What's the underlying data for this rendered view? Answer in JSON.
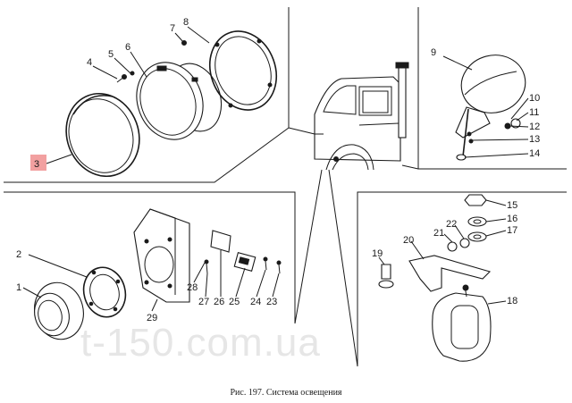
{
  "caption": "Рис. 197. Система освещения",
  "watermark": "t-150.com.ua",
  "highlight_color": "#f2a0a0",
  "callouts": {
    "c1": "1",
    "c2": "2",
    "c3": "3",
    "c4": "4",
    "c5": "5",
    "c6": "6",
    "c7": "7",
    "c8": "8",
    "c9": "9",
    "c10": "10",
    "c11": "11",
    "c12": "12",
    "c13": "13",
    "c14": "14",
    "c15": "15",
    "c16": "16",
    "c17": "17",
    "c18": "18",
    "c19": "19",
    "c20": "20",
    "c21": "21",
    "c22": "22",
    "c23": "23",
    "c24": "24",
    "c25": "25",
    "c26": "26",
    "c27": "27",
    "c28": "28",
    "c29": "29"
  }
}
